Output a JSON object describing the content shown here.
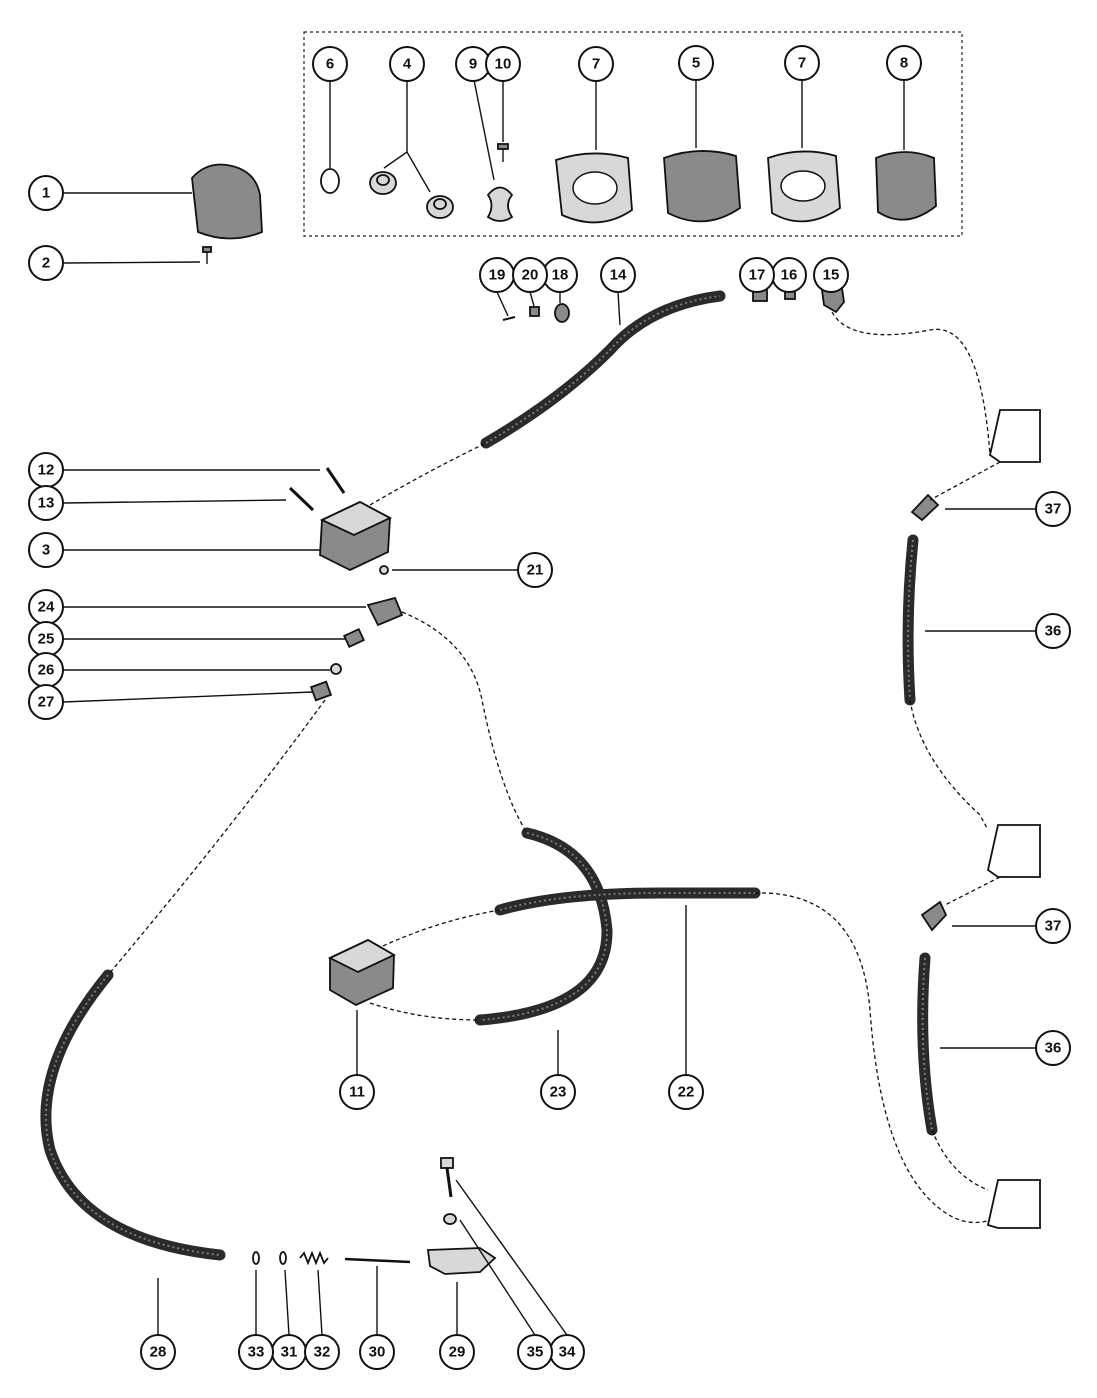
{
  "diagram": {
    "callouts": [
      "1",
      "2",
      "3",
      "4",
      "5",
      "6",
      "7",
      "7",
      "8",
      "9",
      "10",
      "11",
      "12",
      "13",
      "14",
      "15",
      "16",
      "17",
      "18",
      "19",
      "20",
      "21",
      "22",
      "23",
      "24",
      "25",
      "26",
      "27",
      "28",
      "29",
      "30",
      "31",
      "32",
      "33",
      "34",
      "35",
      "36",
      "36",
      "37",
      "37"
    ]
  }
}
